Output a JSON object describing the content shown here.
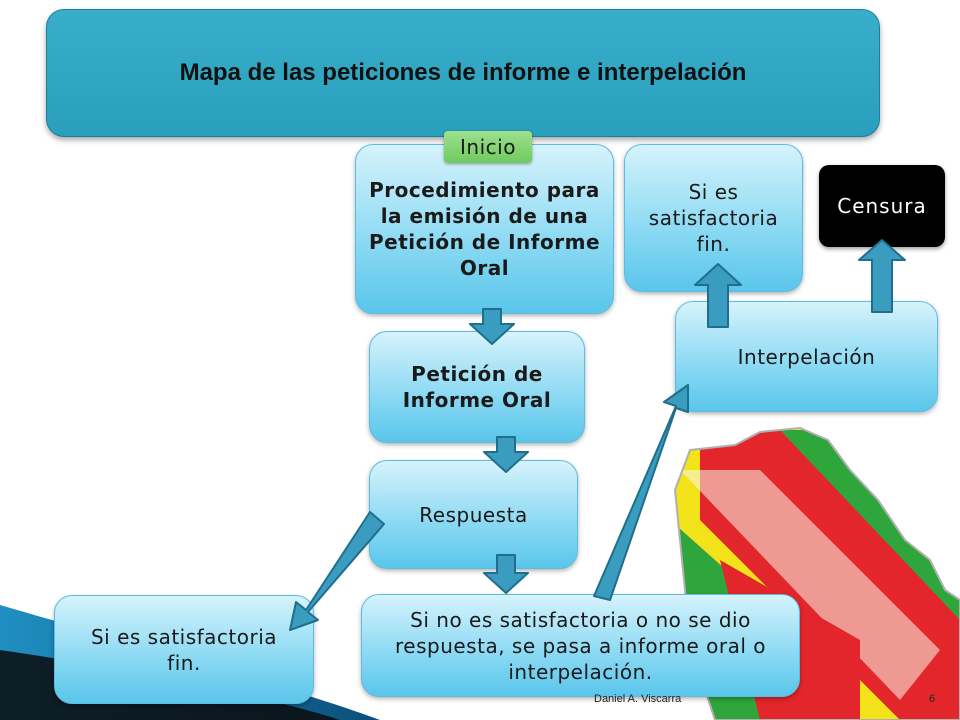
{
  "title": "Mapa de las peticiones de informe e interpelación",
  "nodes": {
    "inicio": "Inicio",
    "procedimiento": "Procedimiento para la emisión de una Petición de Informe Oral",
    "peticion": "Petición de Informe Oral",
    "respuesta": "Respuesta",
    "satisfactoria_left": "Si es satisfactoria fin.",
    "no_satisfactoria": "Si no es satisfactoria o no se dio respuesta, se pasa a informe oral o interpelación.",
    "satisfactoria_top": "Si es satisfactoria fin.",
    "interpelacion": "Interpelación",
    "censura": "Censura"
  },
  "footer": {
    "author": "Daniel A. Viscarra",
    "page": "6"
  },
  "colors": {
    "title_bg": "#2ea3c1",
    "node_light": "#d6f3fc",
    "node_mid": "#82d6f2",
    "arrow_fill": "#3a9dc0",
    "arrow_stroke": "#1f6f8c",
    "inicio_tag": "#7fd16d",
    "censura_bg": "#000000",
    "flag_red": "#e3262b",
    "flag_yellow": "#f3e31b",
    "flag_green": "#2ea63c"
  }
}
